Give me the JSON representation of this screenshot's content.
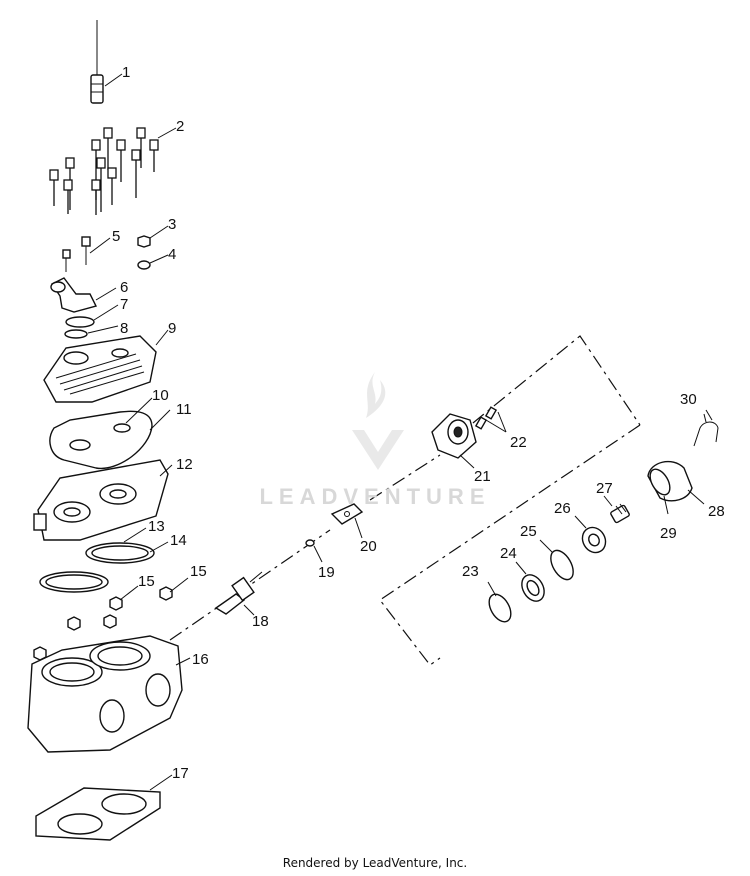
{
  "diagram": {
    "callouts": [
      "1",
      "2",
      "3",
      "4",
      "5",
      "6",
      "7",
      "8",
      "9",
      "10",
      "11",
      "12",
      "13",
      "14",
      "15",
      "15",
      "16",
      "17",
      "18",
      "19",
      "20",
      "21",
      "22",
      "23",
      "24",
      "25",
      "26",
      "27",
      "28",
      "29",
      "30"
    ]
  },
  "watermark": {
    "text": "LEADVENTURE"
  },
  "footer": {
    "text": "Rendered by LeadVenture, Inc."
  }
}
